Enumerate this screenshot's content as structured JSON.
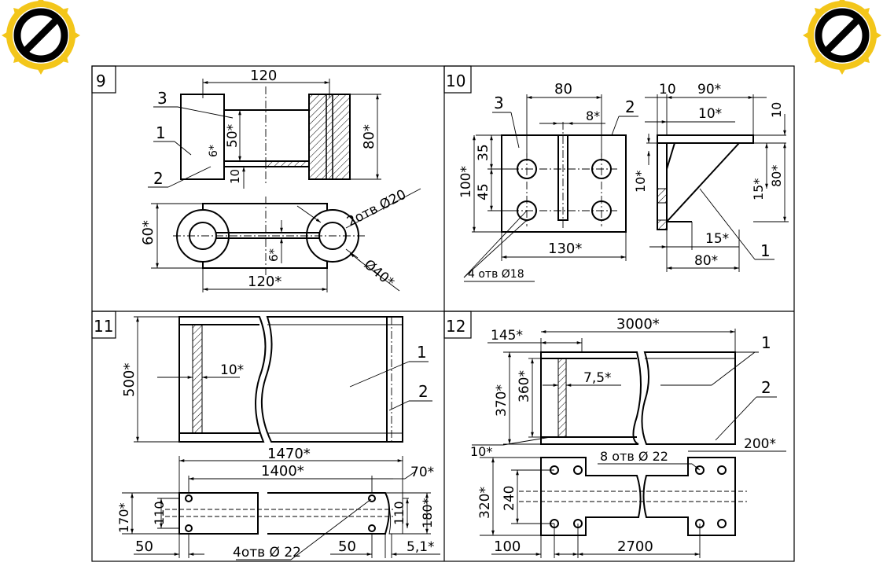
{
  "panels": {
    "p9": {
      "number": "9",
      "dims": {
        "top_width": "120",
        "h50": "50*",
        "h80": "80*",
        "w6": "6*",
        "h10": "10",
        "h60": "60*",
        "v6": "6*",
        "bottom_width": "120*",
        "holes": "2отв Ø20",
        "dia40": "Ø40*"
      },
      "callouts": [
        "1",
        "2",
        "3"
      ]
    },
    "p10": {
      "number": "10",
      "dims": {
        "w80": "80",
        "w8": "8*",
        "h35": "35",
        "h45": "45",
        "h100": "100*",
        "w130": "130*",
        "holes": "4 отв Ø18",
        "w10": "10",
        "w90": "90*",
        "w10b": "10*",
        "v10": "10",
        "h15": "15*",
        "h80": "80*",
        "h10s": "10*",
        "w15": "15*",
        "w80b": "80*"
      },
      "callouts": [
        "1",
        "2",
        "3"
      ]
    },
    "p11": {
      "number": "11",
      "dims": {
        "h500": "500*",
        "w10": "10*",
        "w1470": "1470*",
        "w1400": "1400*",
        "w70": "70*",
        "h170": "170*",
        "h110": "110",
        "h110b": "110",
        "h180": "180*",
        "w50": "50",
        "holes": "4отв Ø 22",
        "w50b": "50",
        "w51": "5,1*"
      },
      "callouts": [
        "1",
        "2"
      ]
    },
    "p12": {
      "number": "12",
      "dims": {
        "w145": "145*",
        "w3000": "3000*",
        "h370": "370*",
        "h360": "360*",
        "w75": "7,5*",
        "w10": "10*",
        "w200": "200*",
        "holes": "8 отв Ø 22",
        "h320": "320*",
        "h240": "240",
        "w100": "100",
        "w2700": "2700"
      },
      "callouts": [
        "1",
        "2"
      ]
    }
  },
  "stamps": [
    "prohibited-left",
    "prohibited-right"
  ]
}
